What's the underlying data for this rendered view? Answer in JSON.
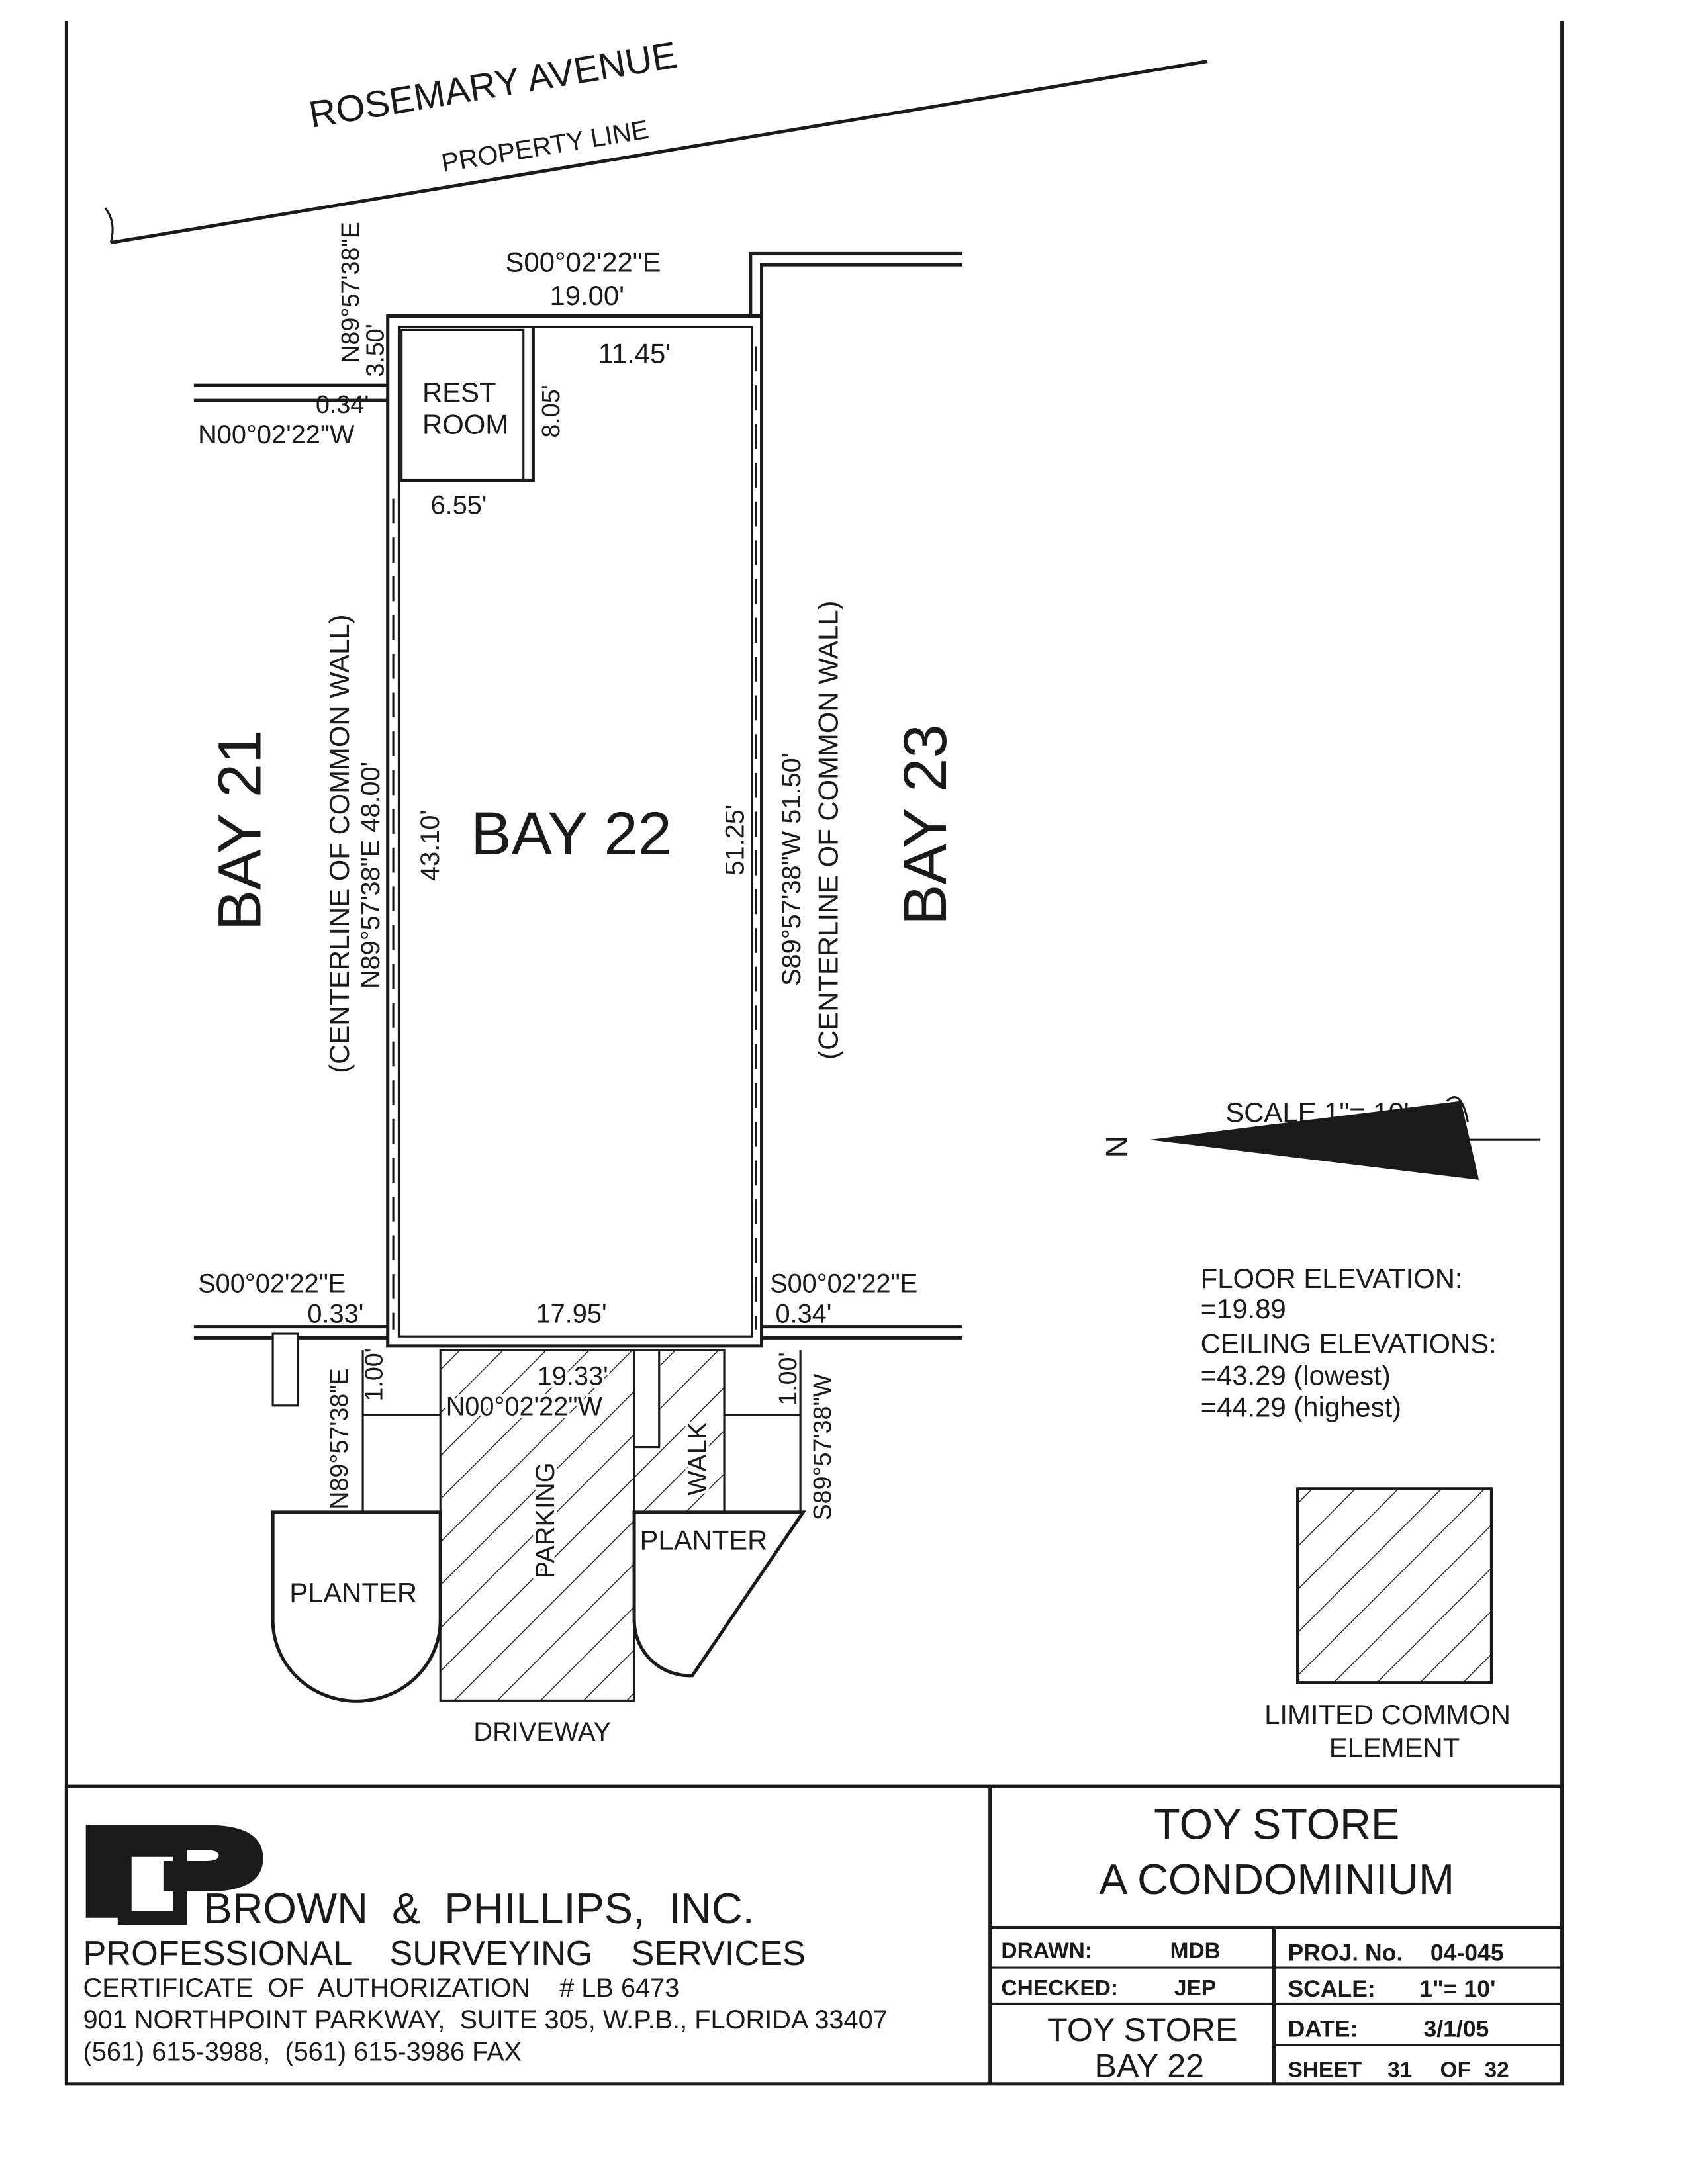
{
  "street": {
    "name": "ROSEMARY AVENUE",
    "line_label": "PROPERTY LINE"
  },
  "unit": {
    "label": "BAY 22",
    "restroom_line1": "REST",
    "restroom_line2": "ROOM",
    "neighbor_left": "BAY 21",
    "neighbor_right": "BAY 23",
    "left_wall_note": "(CENTERLINE OF COMMON WALL)",
    "right_wall_note": "(CENTERLINE OF COMMON WALL)"
  },
  "dimensions": {
    "top_bearing": "S00°02'22\"E",
    "top_length": "19.00'",
    "top_left_bearing": "N89°57'38\"E",
    "top_left_length": "3.50'",
    "top_left_offset": "0.34'",
    "top_left_bearing2": "N00°02'22\"W",
    "interior_top": "11.45'",
    "restroom_depth": "8.05'",
    "restroom_width": "6.55'",
    "left_bearing_length": "N89°57'38\"E  48.00'",
    "right_bearing_length": "S89°57'38\"W 51.50'",
    "interior_left": "43.10'",
    "interior_right": "51.25'",
    "bottom_left_bearing": "S00°02'22\"E",
    "bottom_left_offset": "0.33'",
    "bottom_right_bearing": "S00°02'22\"E",
    "bottom_right_offset": "0.34'",
    "interior_bottom": "17.95'",
    "front_length": "19.33'",
    "front_bearing": "N00°02'22\"W",
    "left_ext_bearing": "N89°57'38\"E",
    "left_ext_length": "1.00'",
    "right_ext_length": "1.00'",
    "right_ext_bearing": "S89°57'38\"W"
  },
  "site": {
    "parking": "PARKING",
    "walk": "WALK",
    "planter_left": "PLANTER",
    "planter_right": "PLANTER",
    "driveway": "DRIVEWAY"
  },
  "north_arrow": {
    "letter": "N",
    "scale": "SCALE 1\"= 10'"
  },
  "elevations": {
    "floor_label": "FLOOR ELEVATION:",
    "floor_value": "=19.89",
    "ceiling_label": "CEILING ELEVATIONS:",
    "ceiling_low": "=43.29 (lowest)",
    "ceiling_high": "=44.29 (highest)"
  },
  "legend": {
    "line1": "LIMITED COMMON",
    "line2": "ELEMENT"
  },
  "company": {
    "logo_letters": "BP",
    "name": "BROWN  &  PHILLIPS,  INC.",
    "services": "PROFESSIONAL    SURVEYING    SERVICES",
    "certificate": "CERTIFICATE  OF  AUTHORIZATION    # LB 6473",
    "address": "901 NORTHPOINT PARKWAY,  SUITE 305, W.P.B., FLORIDA 33407",
    "phone": "(561) 615-3988,  (561) 615-3986 FAX"
  },
  "title_block": {
    "title1": "TOY STORE",
    "title2": "A CONDOMINIUM",
    "drawn_label": "DRAWN:",
    "drawn_value": "MDB",
    "checked_label": "CHECKED:",
    "checked_value": "JEP",
    "sub1": "TOY STORE",
    "sub2": "BAY 22",
    "proj_label": "PROJ. No.",
    "proj_value": "04-045",
    "scale_label": "SCALE:",
    "scale_value": "1\"= 10'",
    "date_label": "DATE:",
    "date_value": "3/1/05",
    "sheet_label": "SHEET",
    "sheet_value": "31",
    "sheet_of": "OF",
    "sheet_total": "32"
  }
}
